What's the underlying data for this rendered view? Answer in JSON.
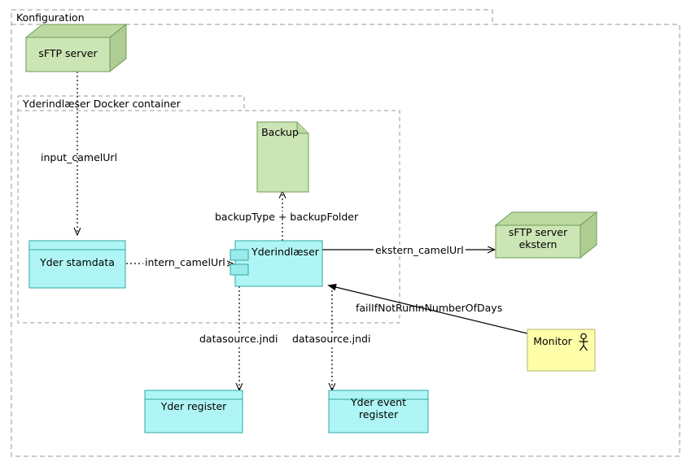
{
  "diagram": {
    "type": "uml-deployment-diagram",
    "background": "#ffffff",
    "colors": {
      "green_fill": "#cce5b5",
      "green_top": "#bcd9a2",
      "green_side": "#aecd92",
      "green_stroke": "#6f9a55",
      "cyan_fill": "#b0f5f5",
      "cyan_stroke": "#2fa8a8",
      "yellow_fill": "#ffffaa",
      "yellow_stroke": "#b3b36b",
      "line": "#000000",
      "frame_stroke": "#999999"
    }
  },
  "frames": [
    {
      "id": "konfiguration",
      "title": "Konfiguration"
    },
    {
      "id": "docker",
      "title": "Yderindlæser Docker container"
    }
  ],
  "nodes": [
    {
      "id": "sftp-server",
      "label": "sFTP server",
      "shape": "node3d",
      "fill": "green"
    },
    {
      "id": "backup",
      "label": "Backup",
      "shape": "document",
      "fill": "green"
    },
    {
      "id": "sftp-server-ekstern",
      "label": "sFTP server\nekstern",
      "shape": "node3d",
      "fill": "green"
    },
    {
      "id": "yder-stamdata",
      "label": "Yder stamdata",
      "shape": "database",
      "fill": "cyan"
    },
    {
      "id": "yderindlaeser",
      "label": "Yderindlæser",
      "shape": "component",
      "fill": "cyan"
    },
    {
      "id": "yder-register",
      "label": "Yder register",
      "shape": "database",
      "fill": "cyan"
    },
    {
      "id": "yder-event-register",
      "label": "Yder event\nregister",
      "shape": "database",
      "fill": "cyan"
    },
    {
      "id": "monitor",
      "label": "Monitor",
      "shape": "actor-box",
      "fill": "yellow"
    }
  ],
  "edges": [
    {
      "id": "input",
      "label": "input_camelUrl",
      "style": "dashed",
      "from": "sftp-server",
      "to": "yder-stamdata"
    },
    {
      "id": "intern",
      "label": "intern_camelUrl",
      "style": "dashed",
      "from": "yder-stamdata",
      "to": "yderindlaeser"
    },
    {
      "id": "backup",
      "label": "backupType + backupFolder",
      "style": "dashed",
      "from": "yderindlaeser",
      "to": "backup"
    },
    {
      "id": "ekstern",
      "label": "ekstern_camelUrl",
      "style": "solid",
      "from": "yderindlaeser",
      "to": "sftp-server-ekstern"
    },
    {
      "id": "fail",
      "label": "failIfNotRunInNumberOfDays",
      "style": "solid",
      "from": "monitor",
      "to": "yderindlaeser"
    },
    {
      "id": "ds-left",
      "label": "datasource.jndi",
      "style": "dashed",
      "from": "yderindlaeser",
      "to": "yder-register"
    },
    {
      "id": "ds-right",
      "label": "datasource.jndi",
      "style": "dashed",
      "from": "yderindlaeser",
      "to": "yder-event-register"
    }
  ]
}
